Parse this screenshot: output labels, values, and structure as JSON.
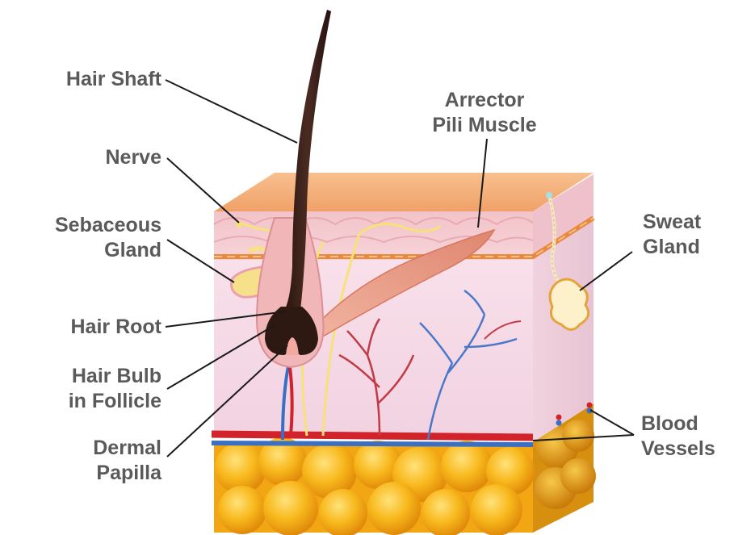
{
  "title": "",
  "labels": {
    "hair_shaft": "Hair Shaft",
    "nerve": "Nerve",
    "sebaceous_gland": [
      "Sebaceous",
      "Gland"
    ],
    "hair_root": "Hair Root",
    "hair_bulb": [
      "Hair Bulb",
      "in Follicle"
    ],
    "dermal_papilla": [
      "Dermal",
      "Papilla"
    ],
    "arrector_pili": [
      "Arrector",
      "Pili Muscle"
    ],
    "sweat_gland": [
      "Sweat",
      "Gland"
    ],
    "blood_vessels": [
      "Blood",
      "Vessels"
    ]
  },
  "colors": {
    "label_text": "#5a5a5a",
    "epidermis_top": "#f4b07a",
    "dermis": "#f6dde8",
    "fat": "#f5b21a",
    "hair": "#3a211a",
    "artery": "#d2232a",
    "vein": "#3b6fc4",
    "nerve": "#f7e27a",
    "muscle": "#e8937c"
  }
}
